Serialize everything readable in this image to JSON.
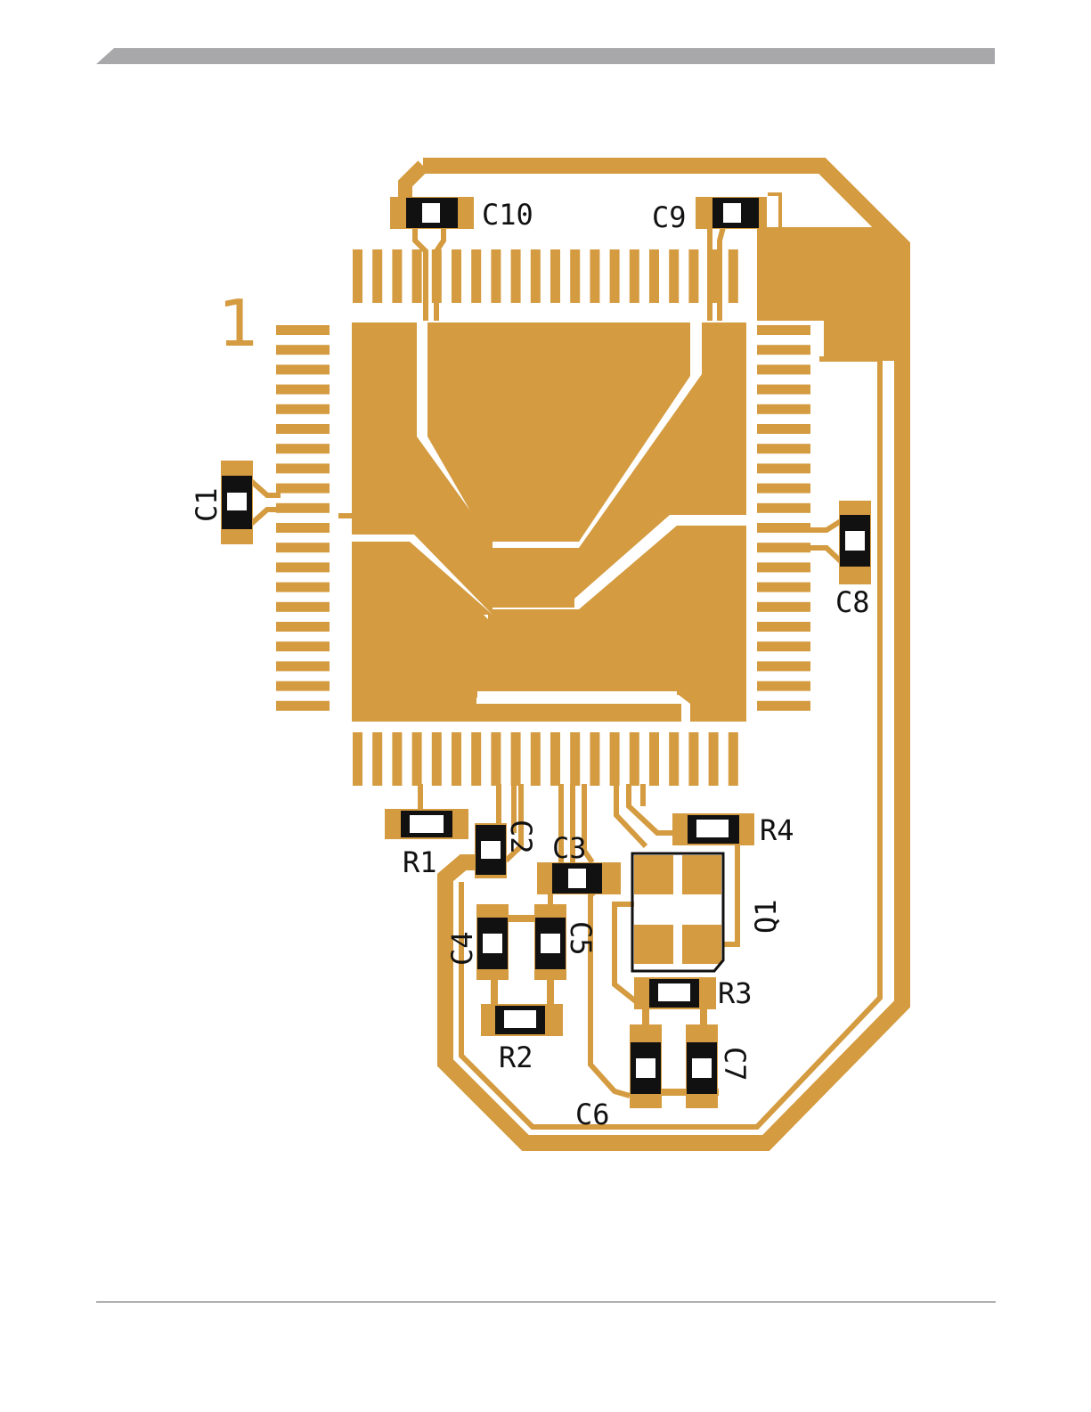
{
  "colors": {
    "copper": "#D49B40",
    "silkscreen": "#111111",
    "header_bar": "#A8A8AA",
    "footer_rule": "#555555",
    "pad_center": "#FFFFFF"
  },
  "pcb": {
    "pin1_marker": "1",
    "capacitors": [
      "C1",
      "C2",
      "C3",
      "C4",
      "C5",
      "C6",
      "C7",
      "C8",
      "C9",
      "C10"
    ],
    "resistors": [
      "R1",
      "R2",
      "R3",
      "R4"
    ],
    "crystal": "Q1"
  }
}
